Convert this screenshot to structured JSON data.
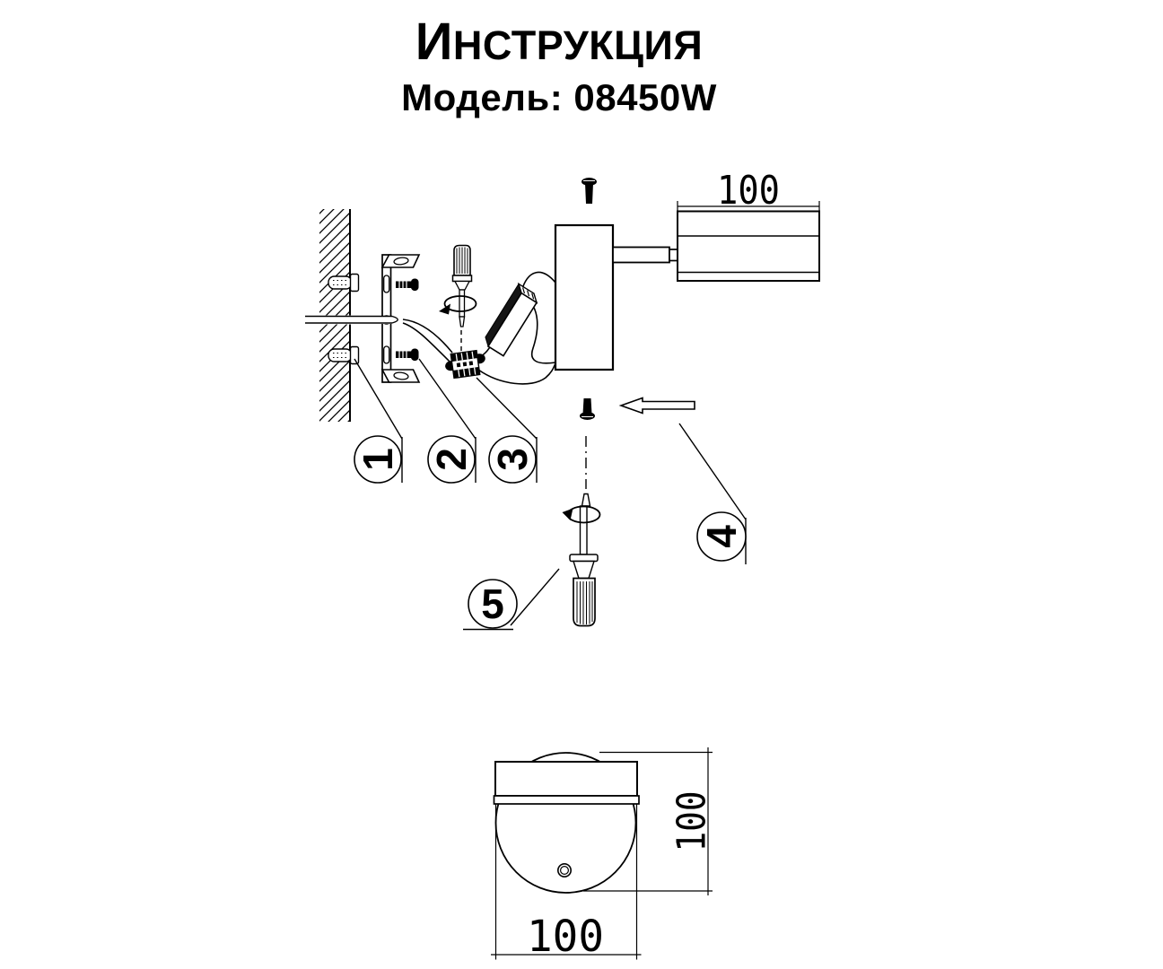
{
  "title": {
    "heading_initial": "И",
    "heading_rest": "НСТРУКЦИЯ",
    "model_line": "Модель: 08450W"
  },
  "callouts": {
    "c1": "1",
    "c2": "2",
    "c3": "3",
    "c4": "4",
    "c5": "5"
  },
  "dimensions": {
    "head_length": "100",
    "front_height": "100",
    "front_width": "100"
  },
  "colors": {
    "line": "#000000",
    "background": "#ffffff"
  }
}
